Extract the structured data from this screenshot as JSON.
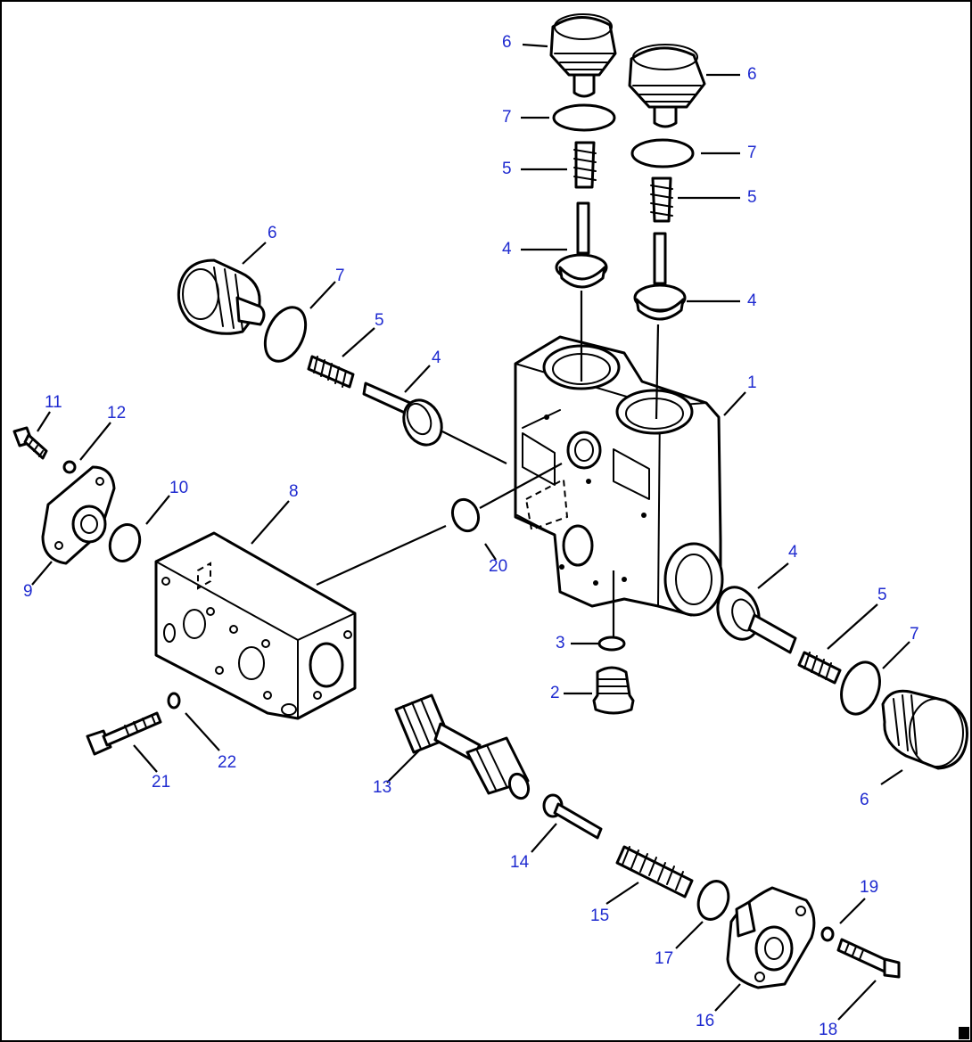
{
  "diagram": {
    "type": "exploded-parts-view",
    "callout_color": "#1f2bd0",
    "line_color": "#000000",
    "callouts": [
      {
        "id": "c1",
        "text": "1"
      },
      {
        "id": "c2",
        "text": "2"
      },
      {
        "id": "c3",
        "text": "3"
      },
      {
        "id": "c4a",
        "text": "4"
      },
      {
        "id": "c4b",
        "text": "4"
      },
      {
        "id": "c4c",
        "text": "4"
      },
      {
        "id": "c4d",
        "text": "4"
      },
      {
        "id": "c5a",
        "text": "5"
      },
      {
        "id": "c5b",
        "text": "5"
      },
      {
        "id": "c5c",
        "text": "5"
      },
      {
        "id": "c5d",
        "text": "5"
      },
      {
        "id": "c6a",
        "text": "6"
      },
      {
        "id": "c6b",
        "text": "6"
      },
      {
        "id": "c6c",
        "text": "6"
      },
      {
        "id": "c6d",
        "text": "6"
      },
      {
        "id": "c7a",
        "text": "7"
      },
      {
        "id": "c7b",
        "text": "7"
      },
      {
        "id": "c7c",
        "text": "7"
      },
      {
        "id": "c7d",
        "text": "7"
      },
      {
        "id": "c8",
        "text": "8"
      },
      {
        "id": "c9",
        "text": "9"
      },
      {
        "id": "c10",
        "text": "10"
      },
      {
        "id": "c11",
        "text": "11"
      },
      {
        "id": "c12",
        "text": "12"
      },
      {
        "id": "c13",
        "text": "13"
      },
      {
        "id": "c14",
        "text": "14"
      },
      {
        "id": "c15",
        "text": "15"
      },
      {
        "id": "c16",
        "text": "16"
      },
      {
        "id": "c17",
        "text": "17"
      },
      {
        "id": "c18",
        "text": "18"
      },
      {
        "id": "c19",
        "text": "19"
      },
      {
        "id": "c20",
        "text": "20"
      },
      {
        "id": "c21",
        "text": "21"
      },
      {
        "id": "c22",
        "text": "22"
      }
    ]
  }
}
